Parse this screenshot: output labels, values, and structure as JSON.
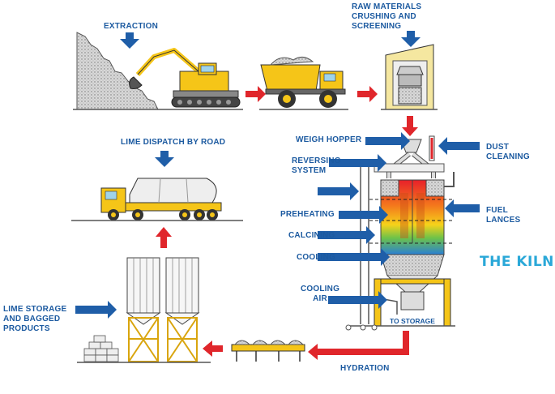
{
  "labels": {
    "extraction": "EXTRACTION",
    "raw_materials": "RAW MATERIALS\nCRUSHING AND\nSCREENING",
    "lime_dispatch": "LIME DISPATCH BY ROAD",
    "weigh_hopper": "WEIGH HOPPER",
    "dust_cleaning": "DUST\nCLEANING",
    "reversing_system": "REVERSING\nSYSTEM",
    "fuel_lances": "FUEL\nLANCES",
    "preheating": "PREHEATING",
    "calcining": "CALCINING",
    "cooling": "COOLING",
    "cooling_air": "COOLING\nAIR",
    "the_kiln": "THE KILN",
    "to_storage": "TO STORAGE",
    "lime_storage": "LIME STORAGE\nAND BAGGED\nPRODUCTS",
    "hydration": "HYDRATION"
  },
  "colors": {
    "label_blue": "#1c5aa0",
    "arrow_blue": "#1f5ea8",
    "arrow_red": "#e0262b",
    "kiln_title": "#2aa8d8",
    "machine_yellow": "#f5c518"
  }
}
